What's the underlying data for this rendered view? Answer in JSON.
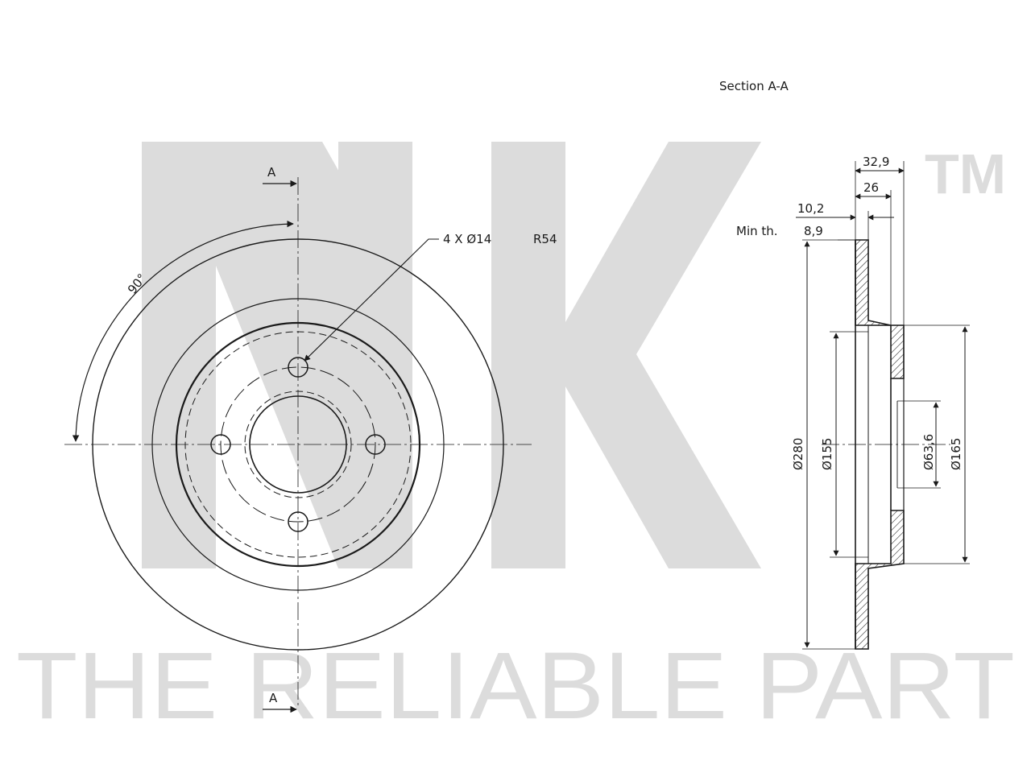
{
  "watermark": {
    "logo": "NK",
    "trademark": "TM",
    "tagline": "THE RELIABLE PART",
    "color": "#dcdcdc"
  },
  "labels": {
    "section_title": "Section A-A",
    "section_marker_top": "A",
    "section_marker_bottom": "A",
    "bolt_pattern": "4  X  Ø14",
    "pitch_radius": "R54",
    "angle": "90°",
    "thickness_total": "32,9",
    "thickness_hub": "26",
    "thickness_disc": "10,2",
    "min_thickness_label": "Min  th.",
    "min_thickness_value": "8,9",
    "dia_outer": "Ø280",
    "dia_braking_inner": "Ø155",
    "dia_centre_bore": "Ø63,6",
    "dia_hub": "Ø165"
  },
  "colors": {
    "line": "#1a1a1a",
    "hatch": "#1a1a1a"
  }
}
